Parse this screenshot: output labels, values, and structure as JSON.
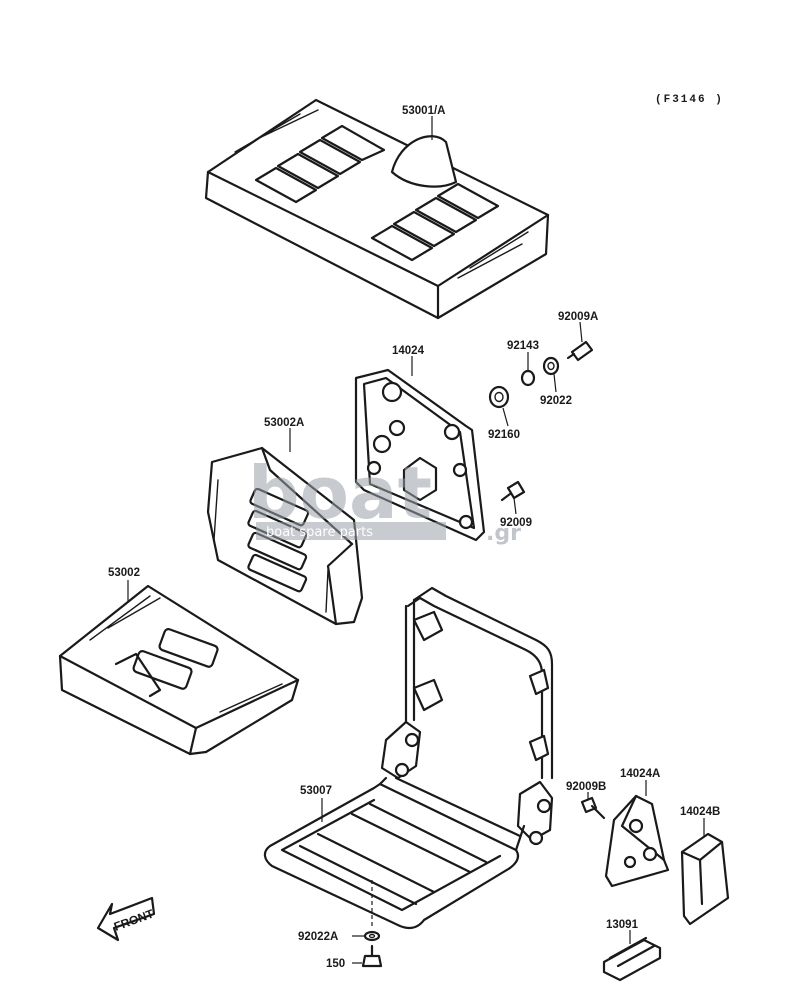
{
  "figure_code": "(F3146 )",
  "parts": {
    "p53001A": "53001/A",
    "p92009A": "92009A",
    "p92143": "92143",
    "p14024": "14024",
    "p92022": "92022",
    "p92160": "92160",
    "p53002A": "53002A",
    "p92009": "92009",
    "p53002": "53002",
    "p53007": "53007",
    "p14024A": "14024A",
    "p92009B": "92009B",
    "p14024B": "14024B",
    "p92022A": "92022A",
    "p13091": "13091",
    "p150": "150"
  },
  "front_label": "FRONT",
  "watermark": {
    "brand": "boat",
    "tagline": "boat spare parts",
    "suffix": ".gr"
  }
}
